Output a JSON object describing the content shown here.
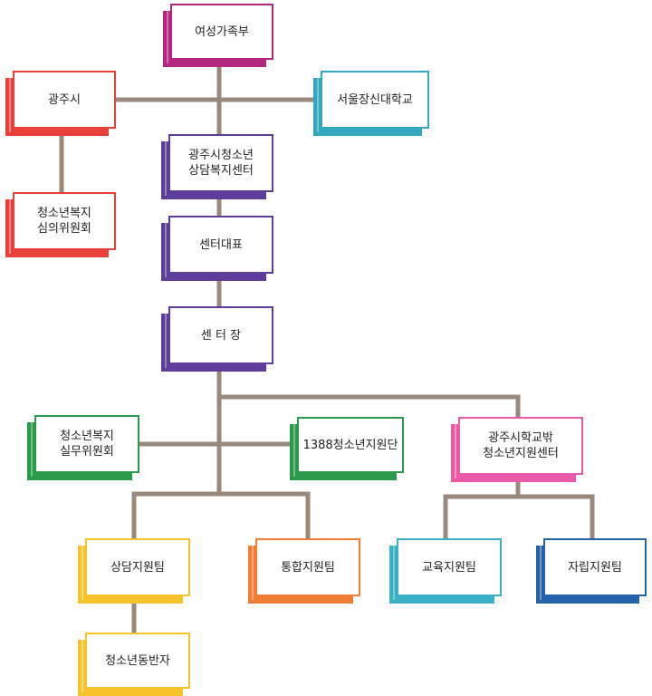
{
  "colors": {
    "connector": "#9a887b",
    "magenta": "#b5287f",
    "red": "#e8413a",
    "teal": "#33a7bd",
    "purple": "#5e3c99",
    "green": "#2a9a4a",
    "pink": "#e95aa8",
    "yellow": "#f5c42c",
    "orange": "#ef7d34",
    "cyan": "#3ab0c6",
    "blue": "#2563a8"
  },
  "nodes": {
    "ministry": "여성가족부",
    "gwangju_city": "광주시",
    "university": "서울장신대학교",
    "welfare_center": "광주시청소년\n상담복지센터",
    "welfare_committee": "청소년복지\n심의위원회",
    "center_rep": "센터대표",
    "director": "센 터 장",
    "practical_committee": "청소년복지\n실무위원회",
    "support_1388": "1388청소년지원단",
    "out_of_school_center": "광주시학교밖\n청소년지원센터",
    "counseling_team": "상담지원팀",
    "integrated_team": "통합지원팀",
    "education_team": "교육지원팀",
    "independence_team": "자립지원팀",
    "companion": "청소년동반자"
  }
}
